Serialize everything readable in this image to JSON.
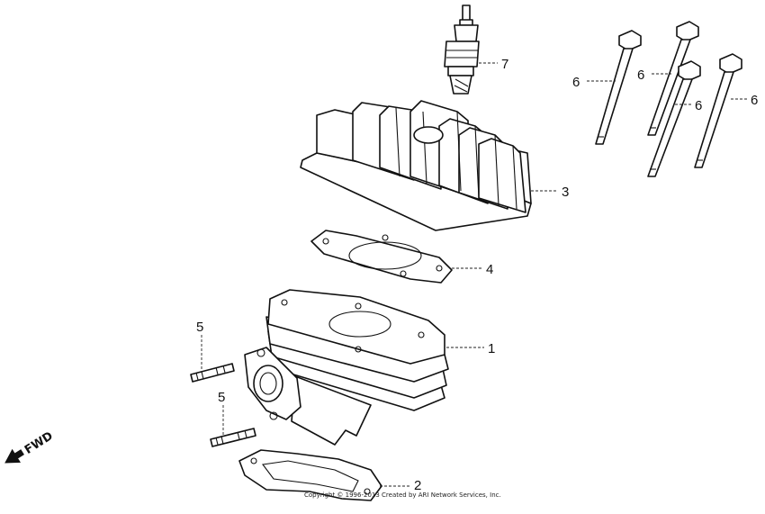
{
  "diagram": {
    "direction_label": "FWD",
    "copyright": "Copyright © 1996-2013 Created by ARI Network Services, Inc.",
    "callouts": {
      "cylinder": "1",
      "gasket_lower": "2",
      "cylinder_head": "3",
      "head_gasket": "4",
      "stud_upper": "5",
      "stud_lower": "5",
      "bolt_a": "6",
      "bolt_b": "6",
      "bolt_c": "6",
      "bolt_d": "6",
      "spark_plug": "7"
    },
    "icons": {
      "direction_arrow": "arrow-down-left-icon"
    }
  }
}
